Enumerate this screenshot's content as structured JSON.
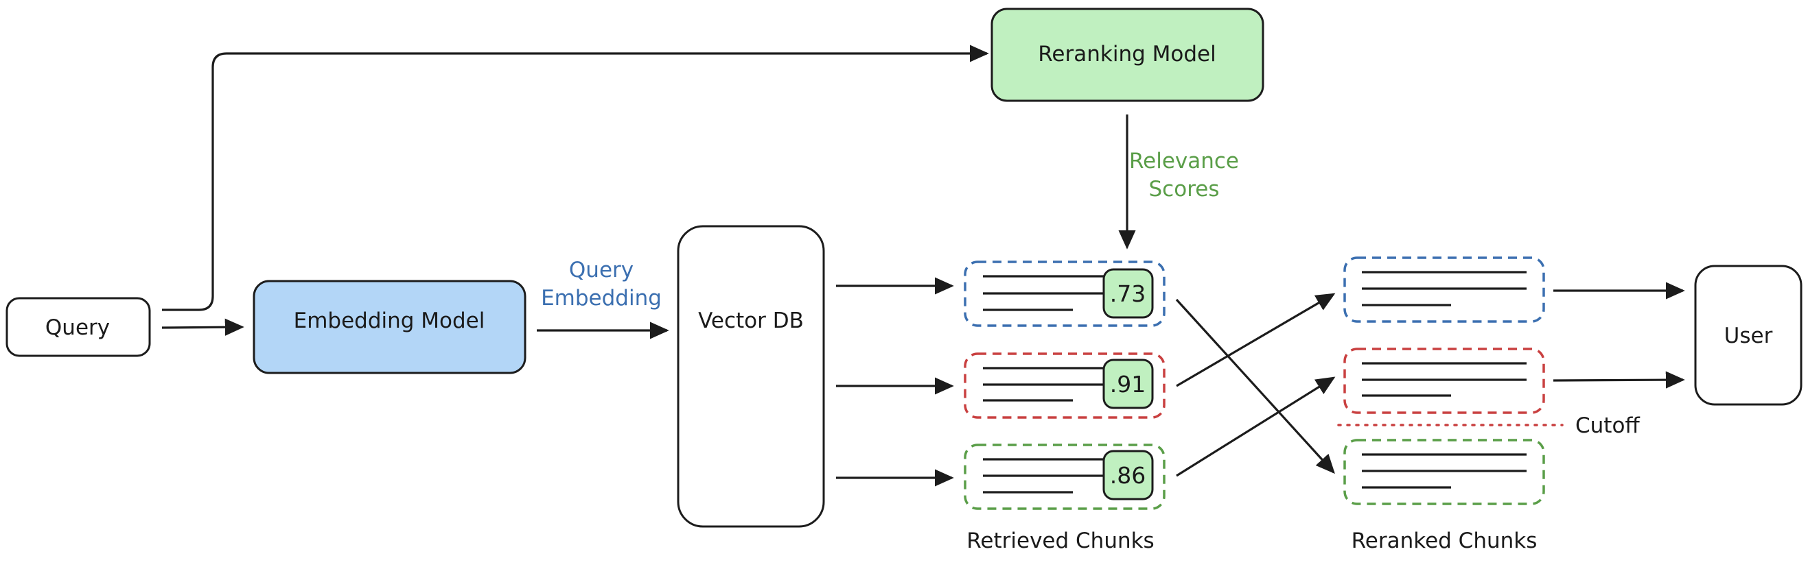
{
  "nodes": {
    "query": "Query",
    "embedding_model": "Embedding Model",
    "vector_db": "Vector DB",
    "reranking_model": "Reranking Model",
    "user": "User"
  },
  "edge_labels": {
    "query_embedding_line1": "Query",
    "query_embedding_line2": "Embedding",
    "relevance_scores_line1": "Relevance",
    "relevance_scores_line2": "Scores",
    "cutoff": "Cutoff"
  },
  "groups": {
    "retrieved": "Retrieved Chunks",
    "reranked": "Reranked Chunks"
  },
  "scores": [
    ".73",
    ".91",
    ".86"
  ],
  "colors": {
    "embedding_fill": "#b3d6f7",
    "reranking_fill": "#c0f0c0",
    "score_fill": "#c0f0c0",
    "blue": "#3b6fb0",
    "red": "#c94040",
    "green": "#5a9e48"
  }
}
